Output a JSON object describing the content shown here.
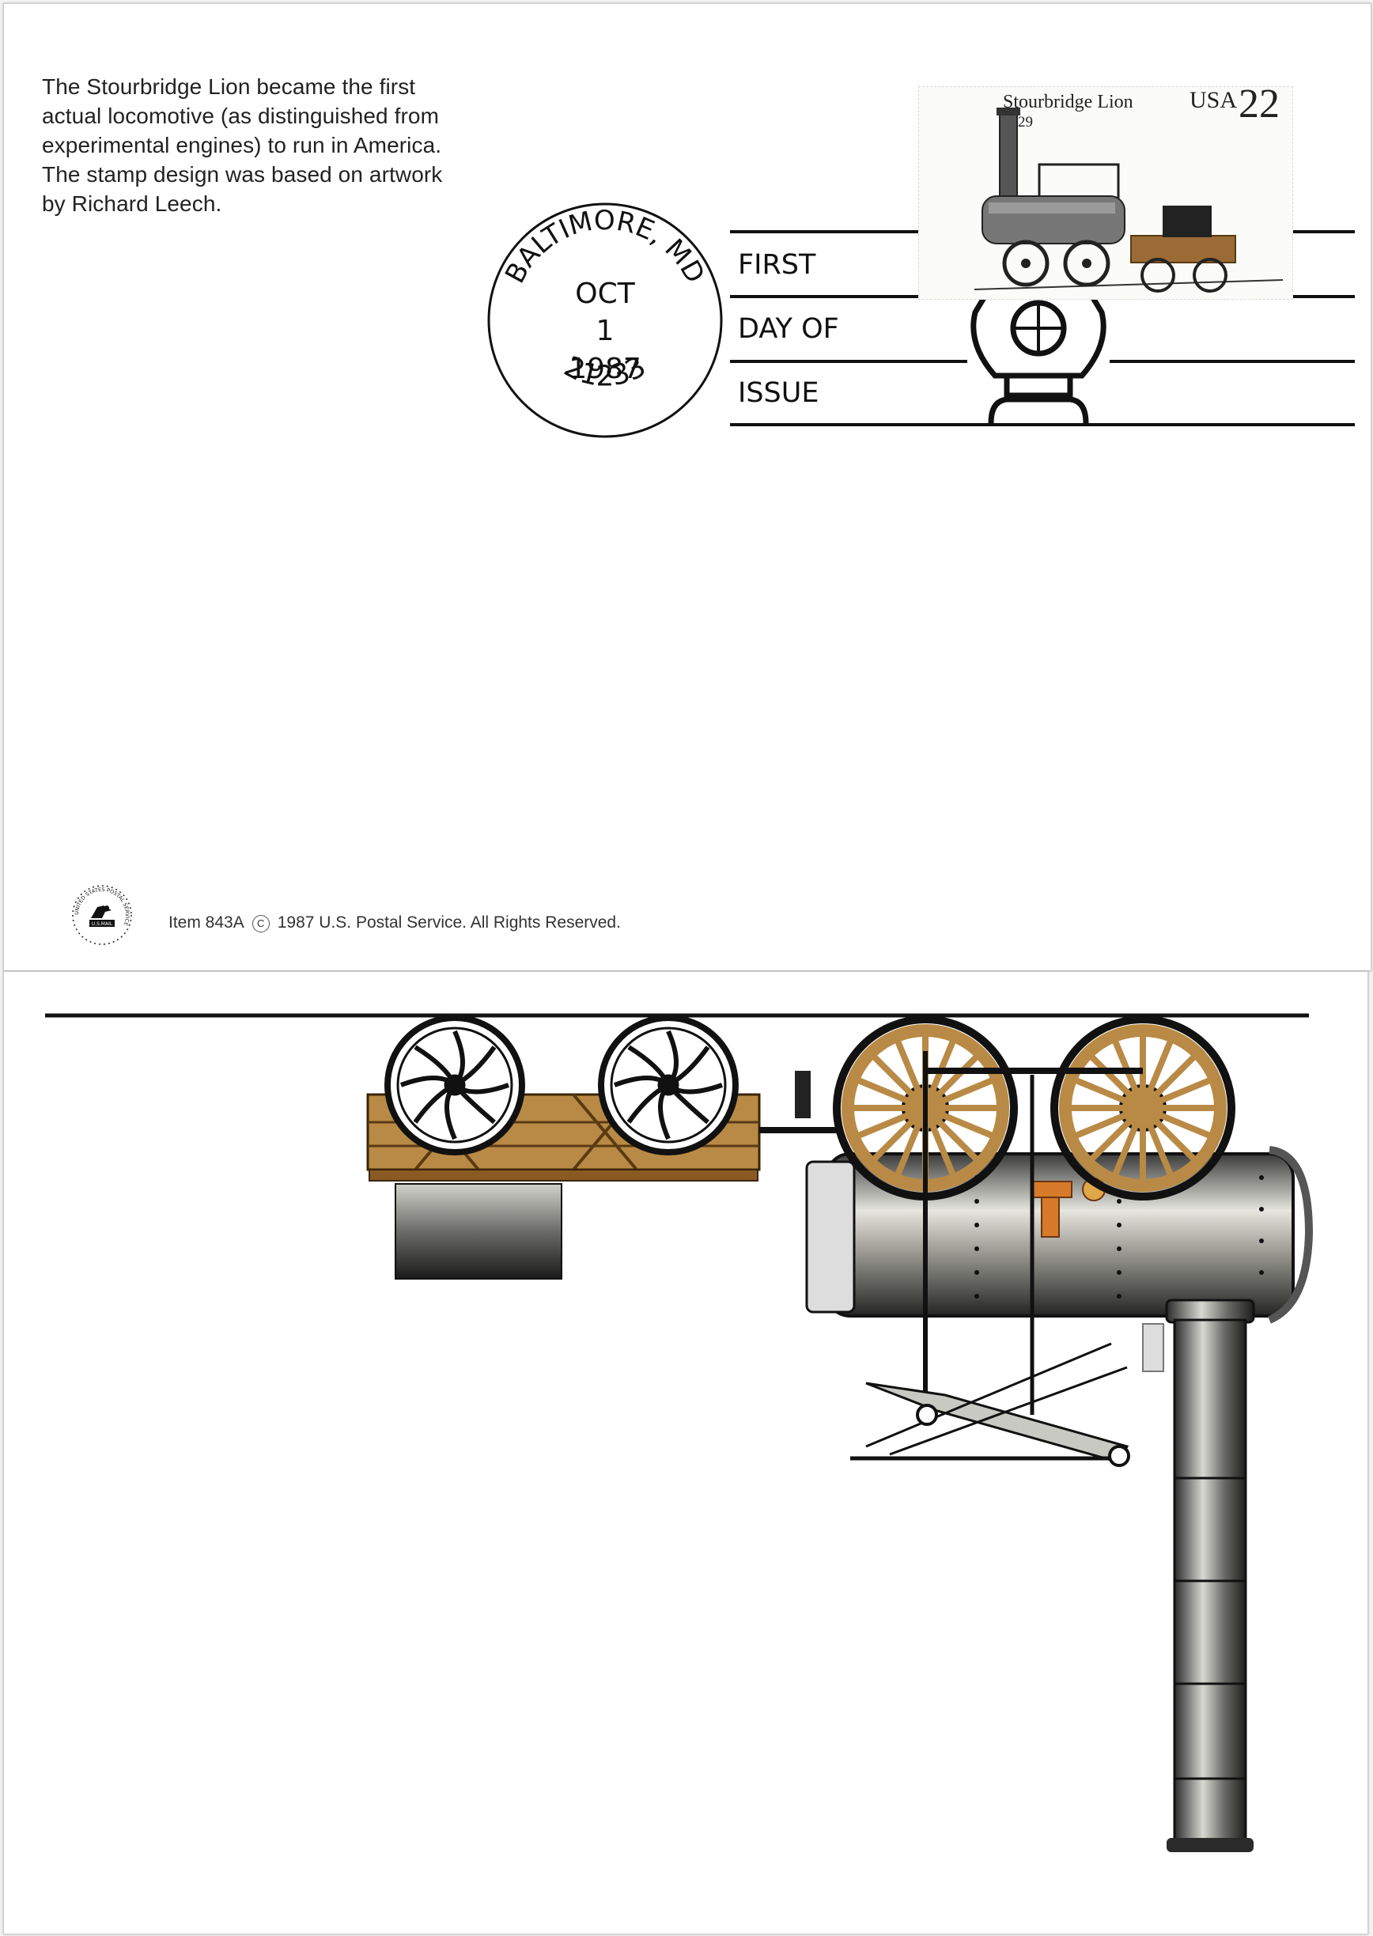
{
  "front": {
    "description_lines": [
      "The Stourbridge Lion became the first",
      "actual locomotive (as distinguished from",
      "experimental engines) to run in America.",
      "The stamp design was based on artwork",
      "by Richard Leech."
    ],
    "postmark": {
      "city": "BALTIMORE, MD",
      "month": "OCT",
      "day": "1",
      "year": "1987",
      "zip": "21233"
    },
    "first_day": {
      "line1": "FIRST",
      "line2": "DAY OF",
      "line3": "ISSUE"
    },
    "stamp": {
      "title": "Stourbridge Lion",
      "year": "1829",
      "country": "USA",
      "value": "22"
    },
    "footer": {
      "item": "Item 843A",
      "copyright_symbol": "C",
      "copyright_text": "1987 U.S. Postal Service. All Rights Reserved."
    },
    "usps_logo": {
      "ring_text": "UNITED STATES POSTAL SERVICE",
      "label": "U.S.MAIL",
      "icon": "eagle-icon"
    }
  },
  "colors": {
    "ink": "#111111",
    "wood": "#b98a45",
    "wood_dark": "#8a5a22",
    "boiler_light": "#e6e6df",
    "boiler_dark": "#2c2c2c",
    "copper": "#d77a2a"
  }
}
